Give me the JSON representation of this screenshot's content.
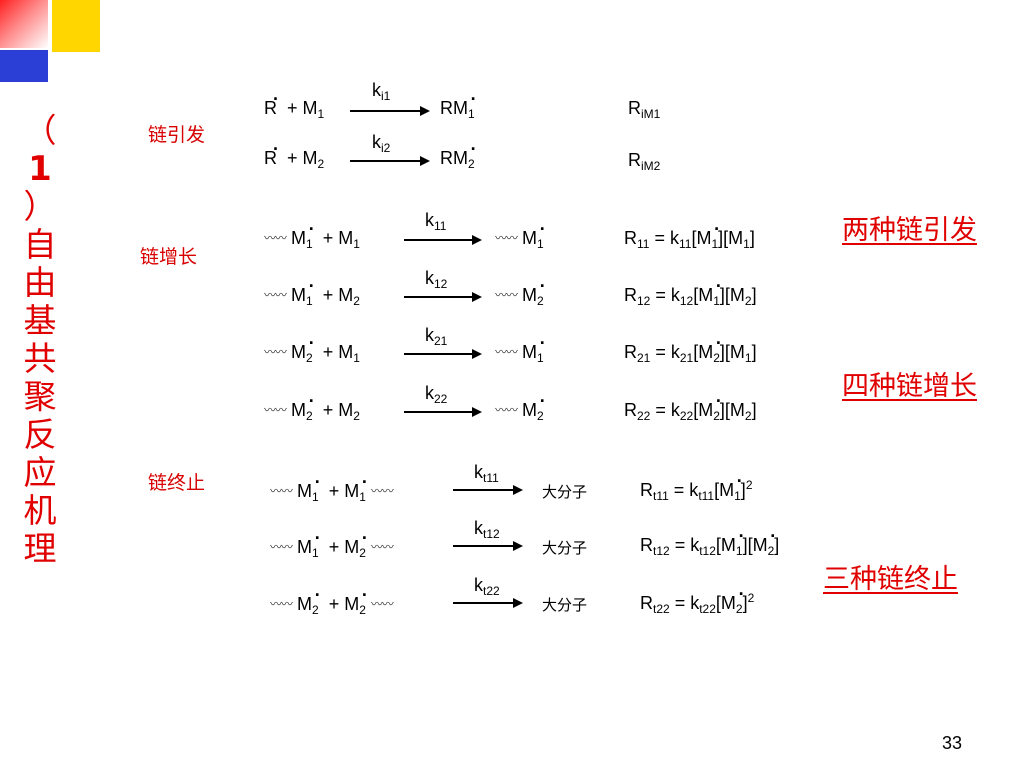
{
  "vertical_title": [
    "（",
    "1",
    "）",
    "自",
    "由",
    "基",
    "共",
    "聚",
    "反",
    "应",
    "机",
    "理"
  ],
  "section_labels": {
    "initiation": "链引发",
    "propagation": "链增长",
    "termination": "链终止"
  },
  "summaries": {
    "initiation": "两种链引发",
    "propagation": "四种链增长",
    "termination": "三种链终止"
  },
  "termination_product": "大分子",
  "page_number": "33",
  "colors": {
    "accent_red": "#e00000",
    "corner_yellow": "#ffd600",
    "corner_blue": "#2b3fd6"
  }
}
